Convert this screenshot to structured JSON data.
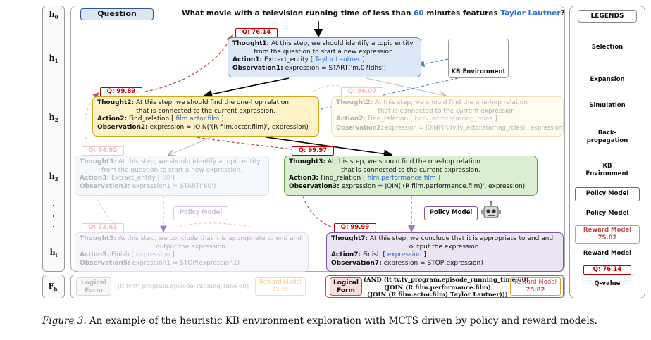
{
  "rows": {
    "h0": "h",
    "h0_sub": "0",
    "h1": "h",
    "h1_sub": "1",
    "h2": "h",
    "h2_sub": "2",
    "h3": "h",
    "h3_sub": "3",
    "dots": ".",
    "hl": "h",
    "hl_sub": "l",
    "fh": "F",
    "fh_sub": "h",
    "fh_subsub": "l"
  },
  "question": {
    "tag": "Question",
    "text_pre": "What movie with a television running time of less than ",
    "text_num": "60",
    "text_mid": " minutes features ",
    "text_entity": "Taylor Lautner",
    "text_post": "?"
  },
  "nodes": {
    "n1": {
      "q": "Q: 76.14",
      "thought_label": "Thought1:",
      "thought_a": " At this step, we should identify a topic entity",
      "thought_b": "from the question to start a new expression.",
      "action_label": "Action1:",
      "action_text": " Extract_entity [ ",
      "action_arg": "Taylor Lautner",
      "action_end": " ]",
      "obs_label": "Observation1:",
      "obs_text": " expression = START('m.07ldhs')"
    },
    "n2": {
      "q": "Q: 99.89",
      "thought_label": "Thought2:",
      "thought_a": " At this step, we should find the one-hop relation",
      "thought_b": "that is connected to the current expression.",
      "action_label": "Action2:",
      "action_text": " Find_relation [ ",
      "action_arg": "film.actor.film",
      "action_end": " ]",
      "obs_label": "Observation2:",
      "obs_text": " expression = JOIN('(R film.actor.film)', expression)"
    },
    "n2f": {
      "q": "Q: 96.07",
      "thought_label": "Thought2:",
      "thought_a": " At this step, we should find the one-hop relation",
      "thought_b": "that is connected to the current expression.",
      "action_label": "Action2:",
      "action_text": " Find_relation [ ",
      "action_arg": "tv.tv_actor.starring_roles",
      "action_end": " ]",
      "obs_label": "Observation2:",
      "obs_text": " expression = JOIN('(R tv.tv_actor.starring_roles)', expression)"
    },
    "n3f": {
      "q": "Q: 94.92",
      "thought_label": "Thought3:",
      "thought_a": " At this step, we should identify a topic entity",
      "thought_b": "from the question to start a new expression.",
      "action_label": "Action3:",
      "action_text": " Extract_entity [ ",
      "action_arg": "60",
      "action_end": " ]",
      "obs_label": "Observation3:",
      "obs_text": " expression1 = START('60')"
    },
    "n3": {
      "q": "Q: 99.97",
      "thought_label": "Thought3:",
      "thought_a": " At this step, we should find the one-hop relation",
      "thought_b": "that is connected to the current expression.",
      "action_label": "Action3:",
      "action_text": " Find_relation [ ",
      "action_arg": "film.performance.film",
      "action_end": " ]",
      "obs_label": "Observation3:",
      "obs_text": " expression = JOIN('(R film.performance.film)', expression)"
    },
    "n5f": {
      "q": "Q: 73.61",
      "thought_label": "Thought5:",
      "thought_a": " At this step, we conclude that it is appropriate to end and",
      "thought_b": "output the expression.",
      "action_label": "Action5:",
      "action_text": " Finish [ ",
      "action_arg": "expression",
      "action_end": " ]",
      "obs_label": "Observation5:",
      "obs_text": " expression1 = STOP(expression1)"
    },
    "n7": {
      "q": "Q: 99.99",
      "thought_label": "Thought7:",
      "thought_a": " At this step, we conclude that it is appropriate to end and",
      "thought_b": "output the expression.",
      "action_label": "Action7:",
      "action_text": " Finish [ ",
      "action_arg": "expression",
      "action_end": " ]",
      "obs_label": "Observation7:",
      "obs_text": " expression = STOP(expression)"
    }
  },
  "kb_env": "KB Environment",
  "policy_model": "Policy Model",
  "logical_form": {
    "label_a": "Logical",
    "label_b": "Form",
    "faint_formula": "(lt tv.tv_program.episode_running_time 60)",
    "faint_reward_label": "Reward Model",
    "faint_reward_value": "32.55",
    "formula_1": "(AND (lt tv.tv_program.episode_running_time 60)",
    "formula_2": "(JOIN (R film.performance.film)",
    "formula_3": "(JOIN (R film.actor.film) Taylor Lautner)))",
    "reward_label": "Reward Model",
    "reward_value": "75.82"
  },
  "legend": {
    "title": "LEGENDS",
    "selection": "Selection",
    "expansion": "Expansion",
    "simulation": "Simulation",
    "backprop_a": "Back-",
    "backprop_b": "propagation",
    "kb_a": "KB",
    "kb_b": "Environment",
    "policy_box": "Policy Model",
    "policy_label": "Policy Model",
    "reward_box_a": "Reward Model",
    "reward_box_b": "75.82",
    "reward_label": "Reward Model",
    "q_box": "Q: 76.14",
    "q_label": "Q-value"
  },
  "caption": {
    "fig": "Figure 3.",
    "text": " An example of the heuristic KB environment exploration with MCTS driven by policy and reward models."
  },
  "colors": {
    "selection": "#000000",
    "expansion": "#a6a6a6",
    "simulation": "#9b7fc0",
    "backprop": "#c0504d",
    "kb": "#5b84c4"
  }
}
